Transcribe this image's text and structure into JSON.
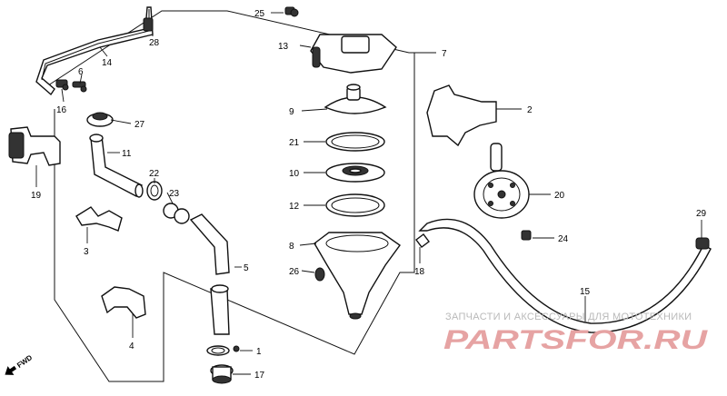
{
  "parts": [
    {
      "id": "p1",
      "label": "1"
    },
    {
      "id": "p2",
      "label": "2"
    },
    {
      "id": "p3",
      "label": "3"
    },
    {
      "id": "p4",
      "label": "4"
    },
    {
      "id": "p5",
      "label": "5"
    },
    {
      "id": "p6",
      "label": "6"
    },
    {
      "id": "p7",
      "label": "7"
    },
    {
      "id": "p8",
      "label": "8"
    },
    {
      "id": "p9",
      "label": "9"
    },
    {
      "id": "p10",
      "label": "10"
    },
    {
      "id": "p11",
      "label": "11"
    },
    {
      "id": "p12",
      "label": "12"
    },
    {
      "id": "p13",
      "label": "13"
    },
    {
      "id": "p14",
      "label": "14"
    },
    {
      "id": "p15",
      "label": "15"
    },
    {
      "id": "p16",
      "label": "16"
    },
    {
      "id": "p17",
      "label": "17"
    },
    {
      "id": "p18",
      "label": "18"
    },
    {
      "id": "p19",
      "label": "19"
    },
    {
      "id": "p20",
      "label": "20"
    },
    {
      "id": "p21",
      "label": "21"
    },
    {
      "id": "p22",
      "label": "22"
    },
    {
      "id": "p23",
      "label": "23"
    },
    {
      "id": "p24",
      "label": "24"
    },
    {
      "id": "p25",
      "label": "25"
    },
    {
      "id": "p26",
      "label": "26"
    },
    {
      "id": "p27",
      "label": "27"
    },
    {
      "id": "p28",
      "label": "28"
    },
    {
      "id": "p29",
      "label": "29"
    }
  ],
  "direction_marker": "FWD",
  "watermark": {
    "tagline": "ЗАПЧАСТИ И АКСЕССУАРЫ ДЛЯ МОТОТЕХНИКИ",
    "logo": "PARTSFOR.RU"
  }
}
